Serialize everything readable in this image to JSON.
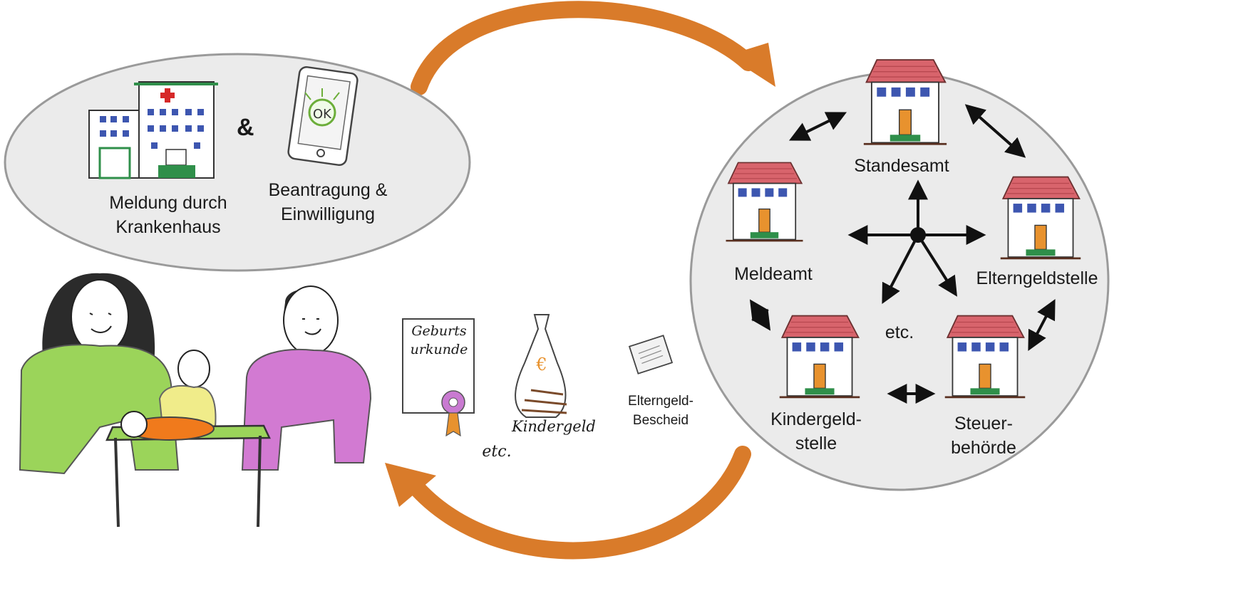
{
  "top_left": {
    "ampersand": "&",
    "hospital_label": [
      "Meldung durch",
      "Krankenhaus"
    ],
    "consent_label": [
      "Beantragung &",
      "Einwilligung"
    ],
    "tablet_text": "OK"
  },
  "offices": {
    "standesamt": "Standesamt",
    "meldeamt": "Meldeamt",
    "elterngeldstelle": "Elterngeldstelle",
    "kindergeldstelle": [
      "Kindergeld-",
      "stelle"
    ],
    "steuerbehoerde": [
      "Steuer-",
      "behörde"
    ],
    "etc": "etc."
  },
  "documents": {
    "birth_certificate": [
      "Geburts",
      "urkunde"
    ],
    "money_bag_currency": "€",
    "money_bag_label": "Kindergeld",
    "etc": "etc.",
    "elterngeld_notice": [
      "Elterngeld-",
      "Bescheid"
    ]
  },
  "colors": {
    "flow_arrow": "#d97b2a",
    "ellipse_fill": "#ebebeb",
    "ellipse_stroke": "#9a9a9a",
    "roof": "#d8646c",
    "window": "#3d56b0",
    "door": "#e8922e",
    "step": "#2f8f4a",
    "mother_shirt": "#9bd45a",
    "father_shirt": "#d27ad2",
    "child_shirt": "#f0ec8a",
    "baby_blanket": "#f07a1c",
    "cross": "#d62828"
  }
}
